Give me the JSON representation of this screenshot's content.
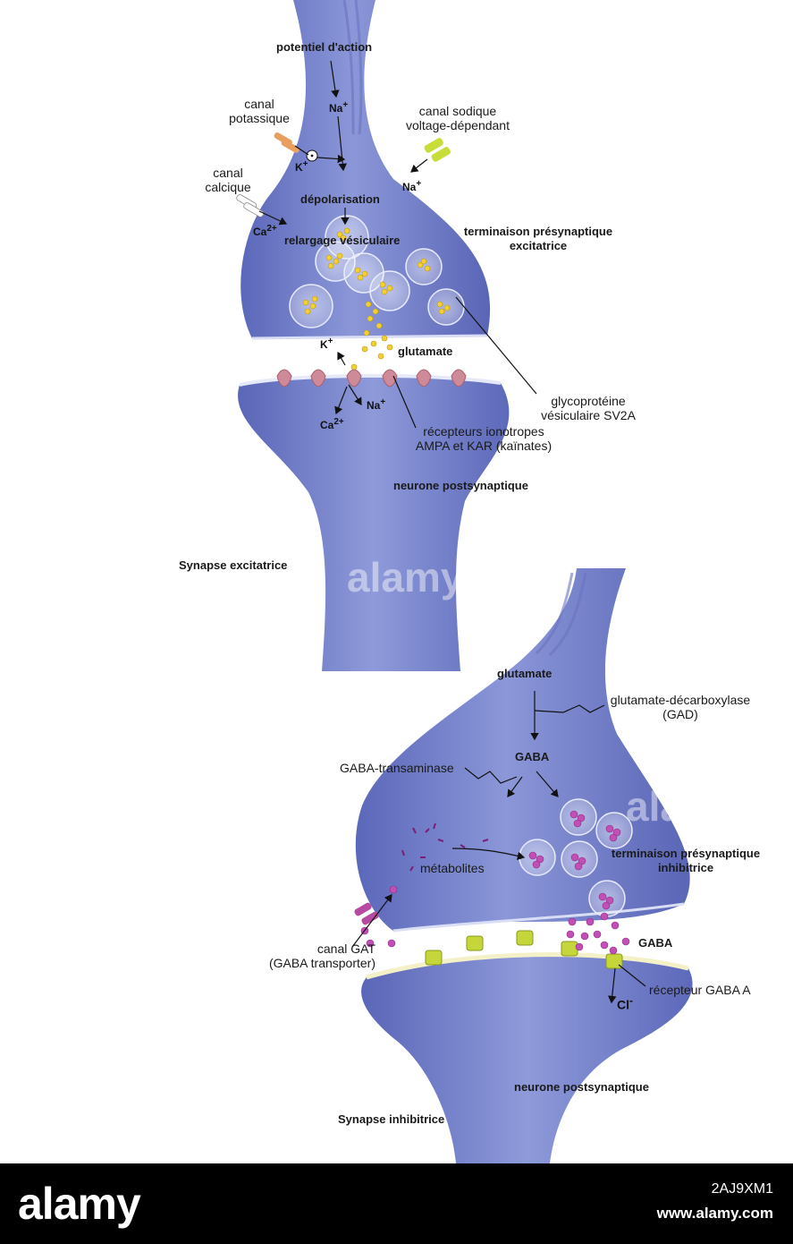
{
  "colors": {
    "neuron": "#7a86cf",
    "neuron_light": "#b9c2ea",
    "neuron_dark": "#5a66b8",
    "glutamate": "#f2cf35",
    "gaba": "#c24fb5",
    "receptor_ampa": "#cf8a9a",
    "receptor_gaba": "#c4d63a",
    "footer": "#000000"
  },
  "excitatory": {
    "potentiel_action": "potentiel d'action",
    "na_top": "Na",
    "canal_potassique": [
      "canal",
      "potassique"
    ],
    "k_plus": "K",
    "canal_sodique": [
      "canal sodique",
      "voltage-dépendant"
    ],
    "na_right": "Na",
    "canal_calcique": [
      "canal",
      "calcique"
    ],
    "depolarisation": "dépolarisation",
    "ca_plus": "Ca",
    "relargage": "relargage vésiculaire",
    "terminaison": [
      "terminaison présynaptique",
      "excitatrice"
    ],
    "k_cleft": "K",
    "glutamate": "glutamate",
    "glycoproteine": [
      "glycoprotéine",
      "vésiculaire SV2A"
    ],
    "na_post": "Na",
    "ca_post": "Ca",
    "recepteurs": [
      "récepteurs ionotropes",
      "AMPA et KAR (kaïnates)"
    ],
    "neurone_post": "neurone postsynaptique",
    "title": "Synapse excitatrice"
  },
  "inhibitory": {
    "glutamate": "glutamate",
    "gad": [
      "glutamate-décarboxylase",
      "(GAD)"
    ],
    "gaba_transaminase": "GABA-transaminase",
    "gaba_top": "GABA",
    "metabolites": "métabolites",
    "terminaison": [
      "terminaison présynaptique",
      "inhibitrice"
    ],
    "canal_gat": [
      "canal GAT",
      "(GABA transporter)"
    ],
    "gaba_cleft": "GABA",
    "recepteur": "récepteur GABA A",
    "cl_minus": "Cl",
    "neurone_post": "neurone postsynaptique",
    "title": "Synapse inhibitrice"
  },
  "footer": {
    "logo": "alamy",
    "image_code": "2AJ9XM1",
    "site": "www.alamy.com"
  },
  "watermark": "alamy"
}
